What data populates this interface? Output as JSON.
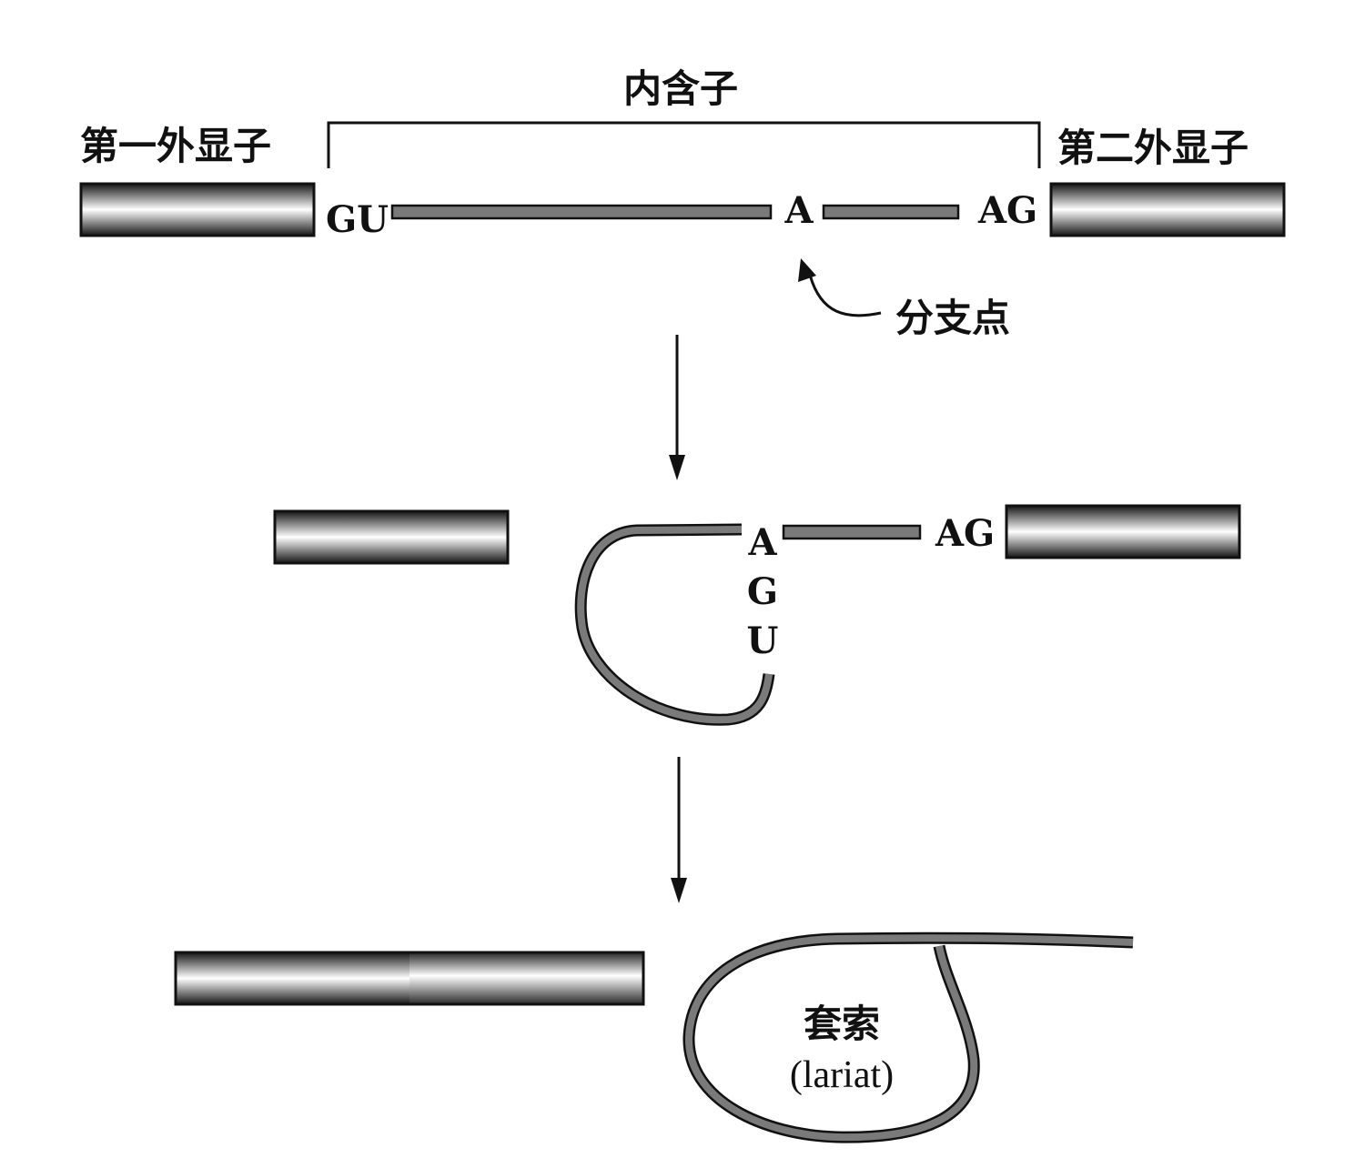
{
  "labels": {
    "intron": "内含子",
    "exon1": "第一外显子",
    "exon2": "第二外显子",
    "gu": "GU",
    "branch_a": "A",
    "ag": "AG",
    "branch_point": "分支点",
    "mid_a": "A",
    "mid_g": "G",
    "mid_u": "U",
    "mid_ag": "AG",
    "lariat_cn": "套索",
    "lariat_en": "(lariat)"
  },
  "colors": {
    "rna_strand": "#7a7a7a",
    "outline": "#111111",
    "exon_gradient": [
      "#1a1a1a",
      "#ffffff",
      "#1a1a1a"
    ]
  }
}
